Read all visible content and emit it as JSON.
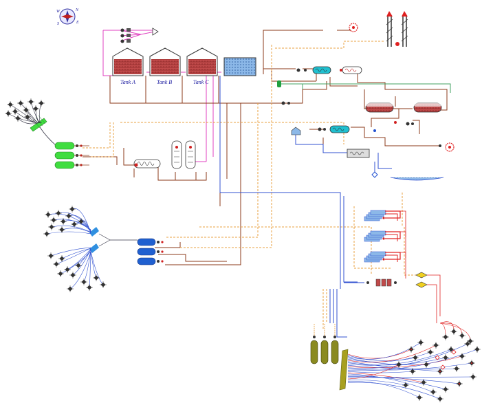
{
  "compass": {
    "icon": "compass-rose-icon",
    "directions": [
      "N",
      "E",
      "S",
      "W"
    ]
  },
  "tanks": [
    {
      "label": "Tank A"
    },
    {
      "label": "Tank B"
    },
    {
      "label": "Tank C"
    }
  ],
  "colors": {
    "oil_line": "#8b3a1a",
    "gas_line": "#e8a040",
    "water_line": "#3050d0",
    "chem_line": "#e040c0",
    "export_line": "#40a060",
    "flare": "#e02020",
    "tank_fill": "#b04040",
    "water_fill": "#80b0e0",
    "separator_green": "#40dd40",
    "separator_blue": "#2060d0",
    "separator_olive": "#8a8a20",
    "heater": "#d02020",
    "exchanger": "#20c0d0"
  }
}
